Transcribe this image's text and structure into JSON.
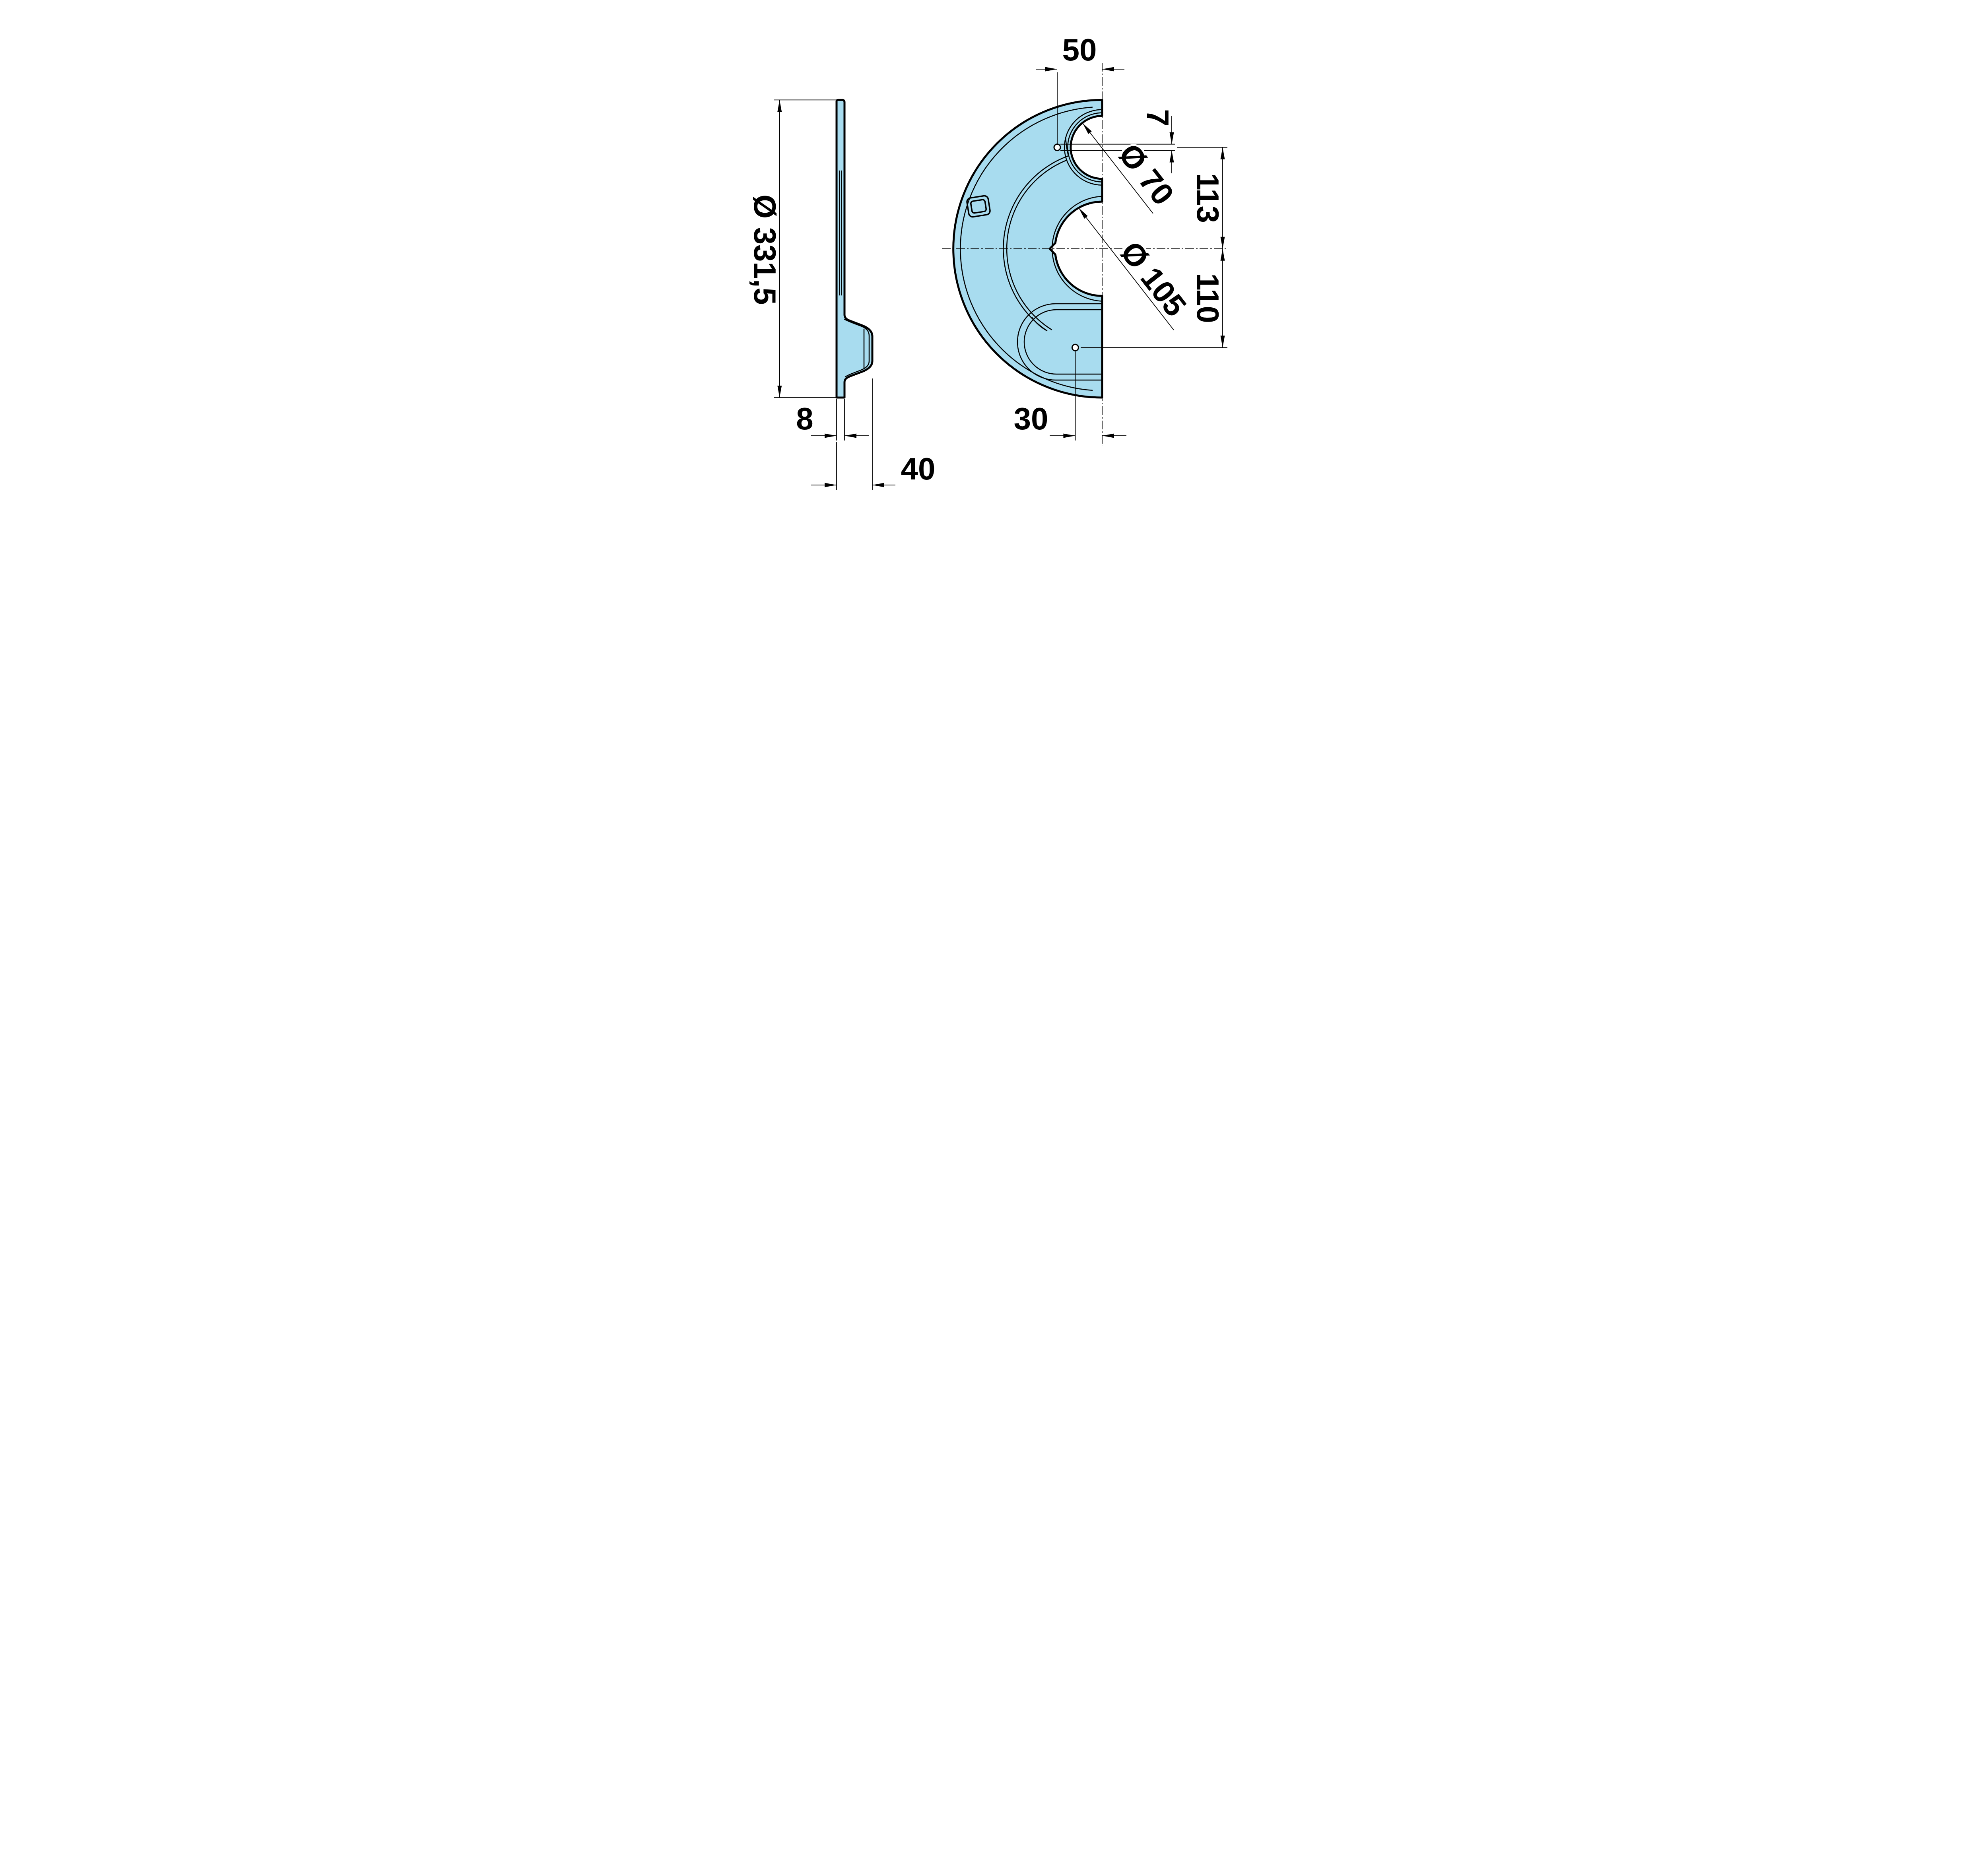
{
  "colors": {
    "background": "#ffffff",
    "part_fill": "#a8dcef",
    "line_color": "#000000"
  },
  "views": {
    "side": {
      "dims": {
        "outer_diameter": "Ø 331,5",
        "thickness": "8",
        "depth": "40"
      }
    },
    "front": {
      "dims": {
        "hole_offset_top": "50",
        "small_hole": "7",
        "notch_top": "Ø 70",
        "height_top": "113",
        "notch_center": "Ø 105",
        "height_bottom": "110",
        "hole_offset_bottom": "30"
      }
    }
  }
}
